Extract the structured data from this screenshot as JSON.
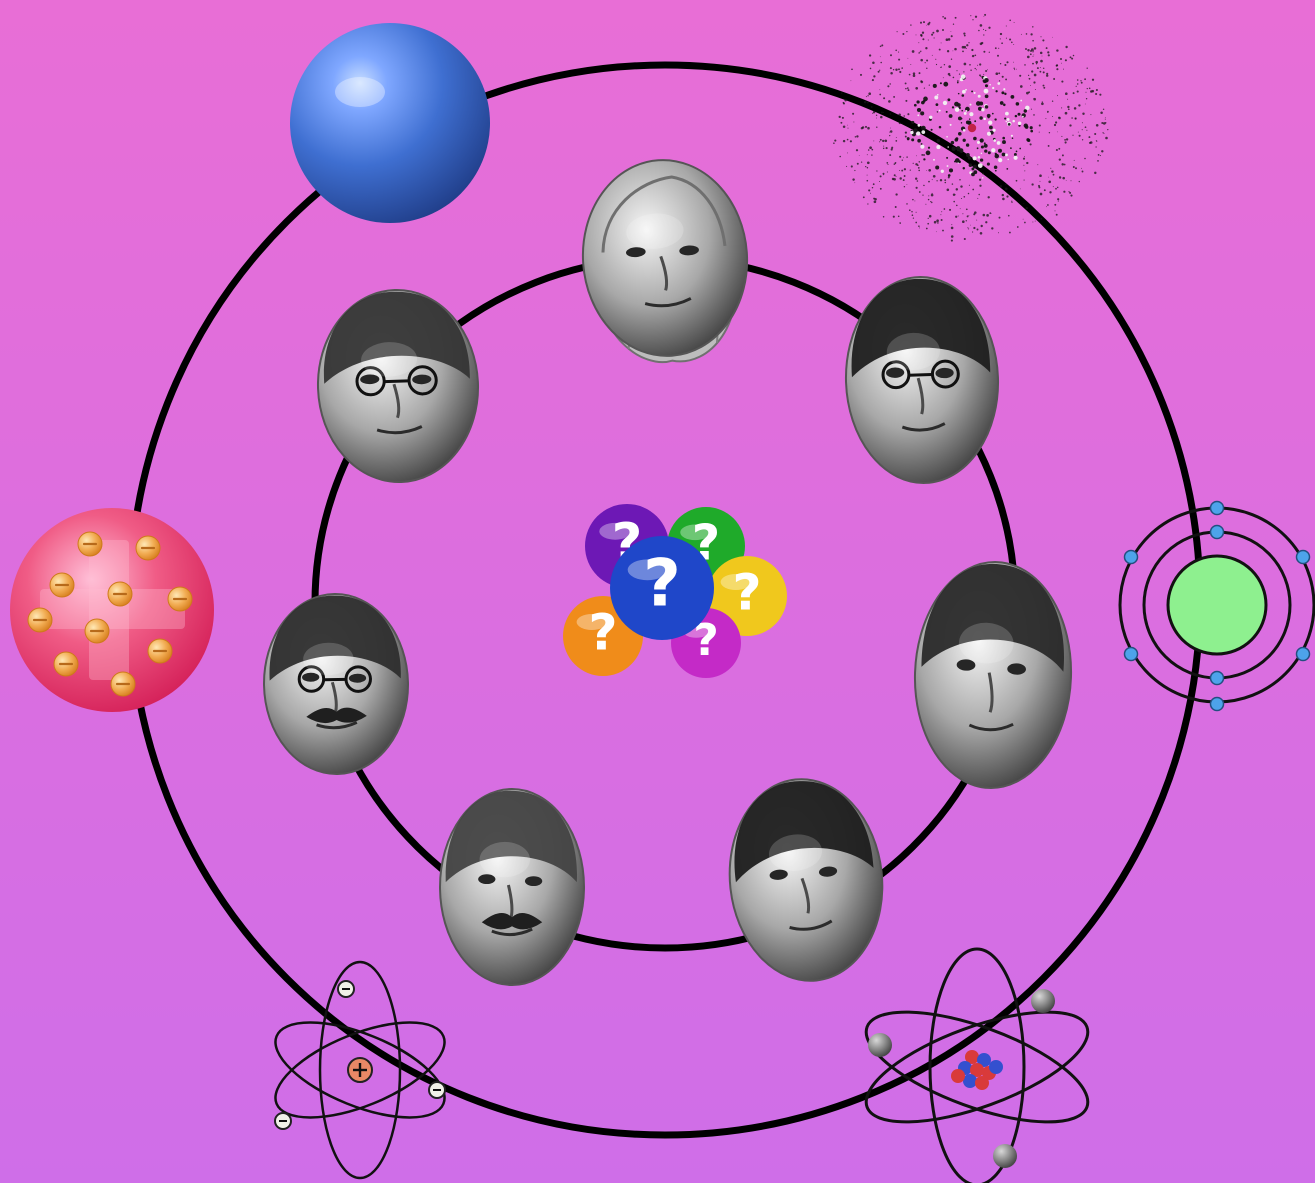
{
  "diagram": {
    "kind": "history-of-atomic-models-collage",
    "colors": {
      "background_top": "#e86ed6",
      "background_bottom": "#cf6ee8",
      "ring_stroke": "#000000"
    },
    "center": {
      "icon": "question-balls-icon",
      "balls": [
        {
          "color": "#6d18b5",
          "glyph": "?"
        },
        {
          "color": "#1faa2a",
          "glyph": "?"
        },
        {
          "color": "#f0c81d",
          "glyph": "?"
        },
        {
          "color": "#f08c1a",
          "glyph": "?"
        },
        {
          "color": "#c42ac7",
          "glyph": "?"
        },
        {
          "color": "#1f47c9",
          "glyph": "?"
        }
      ]
    },
    "portraits": [
      {
        "id": "portrait-democritus",
        "kind": "bearded-bust"
      },
      {
        "id": "portrait-schrodinger",
        "kind": "glasses-face"
      },
      {
        "id": "portrait-bohr",
        "kind": "face"
      },
      {
        "id": "portrait-chadwick",
        "kind": "face"
      },
      {
        "id": "portrait-rutherford",
        "kind": "mustache-face"
      },
      {
        "id": "portrait-thomson",
        "kind": "glasses-mustache-face"
      },
      {
        "id": "portrait-dalton",
        "kind": "glasses-face"
      }
    ],
    "models": [
      {
        "id": "model-dalton-sphere",
        "icon": "solid-sphere-icon",
        "color": "#3f6fd1"
      },
      {
        "id": "model-electron-cloud",
        "icon": "electron-cloud-icon",
        "color": "#111111"
      },
      {
        "id": "model-bohr-shells",
        "icon": "bohr-shell-icon",
        "color": "#8ef08f"
      },
      {
        "id": "model-chadwick-atom",
        "icon": "neutron-atom-icon",
        "color": "#d93a3a"
      },
      {
        "id": "model-rutherford-atom",
        "icon": "rutherford-atom-icon",
        "color": "#e98866"
      },
      {
        "id": "model-plum-pudding",
        "icon": "plum-pudding-icon",
        "color": "#f05c86"
      }
    ]
  }
}
